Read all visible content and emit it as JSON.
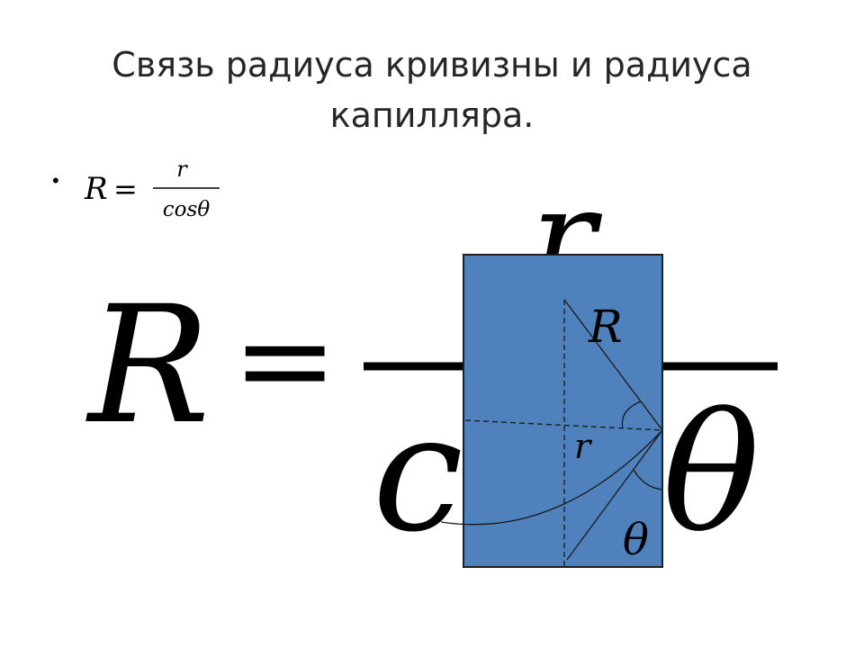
{
  "slide": {
    "title_line1": "Связь радиуса кривизны и радиуса",
    "title_line2": "капилляра.",
    "bullet_glyph": "•"
  },
  "small_formula": {
    "lhs": "R",
    "equals": "=",
    "numerator": "r",
    "denominator": "cosθ"
  },
  "big_formula": {
    "lhs": "R",
    "equals": "=",
    "numerator": "r",
    "denominator_left": "c",
    "denominator_right": "θ"
  },
  "capillary": {
    "fill_color": "#4f81bd",
    "border_color": "#1f1f1f",
    "label_big_radius": "R",
    "label_small_radius": "r",
    "label_angle": "θ"
  }
}
